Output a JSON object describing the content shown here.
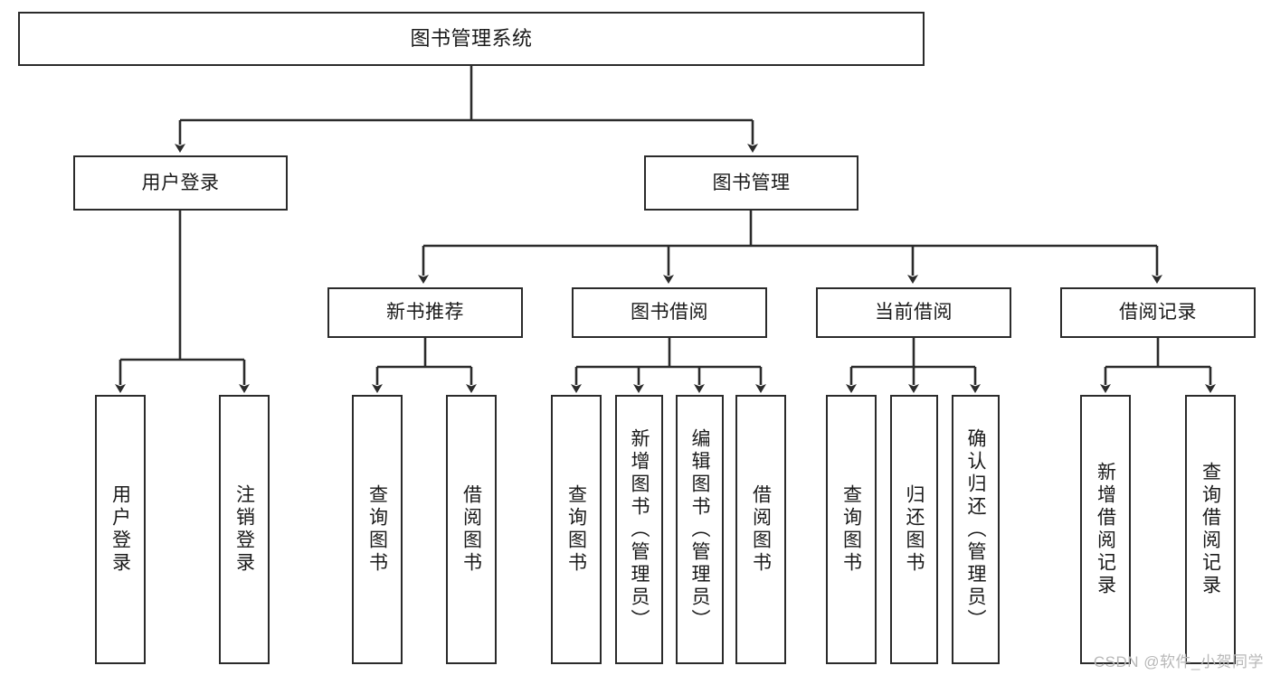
{
  "diagram": {
    "title": "图书管理系统",
    "type": "tree",
    "orientation": "top-down",
    "colors": {
      "box_border": "#2b2b2b",
      "box_fill": "#ffffff",
      "connector": "#2b2b2b",
      "background": "#ffffff",
      "watermark": "#b8b8b8"
    },
    "root": {
      "id": "root",
      "label": "图书管理系统"
    },
    "level2": [
      {
        "id": "user-login",
        "label": "用户登录"
      },
      {
        "id": "book-management",
        "label": "图书管理"
      }
    ],
    "level3": [
      {
        "id": "new-book-recommend",
        "label": "新书推荐",
        "parent": "book-management"
      },
      {
        "id": "book-borrow",
        "label": "图书借阅",
        "parent": "book-management"
      },
      {
        "id": "current-borrow",
        "label": "当前借阅",
        "parent": "book-management"
      },
      {
        "id": "borrow-record",
        "label": "借阅记录",
        "parent": "book-management"
      }
    ],
    "leaves": [
      {
        "id": "leaf-user-login",
        "label": "用户登录",
        "parent": "user-login"
      },
      {
        "id": "leaf-logout",
        "label": "注销登录",
        "parent": "user-login"
      },
      {
        "id": "leaf-query-book-1",
        "label": "查询图书",
        "parent": "new-book-recommend"
      },
      {
        "id": "leaf-borrow-book-1",
        "label": "借阅图书",
        "parent": "new-book-recommend"
      },
      {
        "id": "leaf-query-book-2",
        "label": "查询图书",
        "parent": "book-borrow"
      },
      {
        "id": "leaf-add-book",
        "label": "新增图书（管理员）",
        "parent": "book-borrow"
      },
      {
        "id": "leaf-edit-book",
        "label": "编辑图书（管理员）",
        "parent": "book-borrow"
      },
      {
        "id": "leaf-borrow-book-2",
        "label": "借阅图书",
        "parent": "book-borrow"
      },
      {
        "id": "leaf-query-book-3",
        "label": "查询图书",
        "parent": "current-borrow"
      },
      {
        "id": "leaf-return-book",
        "label": "归还图书",
        "parent": "current-borrow"
      },
      {
        "id": "leaf-confirm-return",
        "label": "确认归还（管理员）",
        "parent": "current-borrow"
      },
      {
        "id": "leaf-add-record",
        "label": "新增借阅记录",
        "parent": "borrow-record"
      },
      {
        "id": "leaf-query-record",
        "label": "查询借阅记录",
        "parent": "borrow-record"
      }
    ]
  },
  "watermark": {
    "text": "CSDN @软件_小贺同学"
  }
}
